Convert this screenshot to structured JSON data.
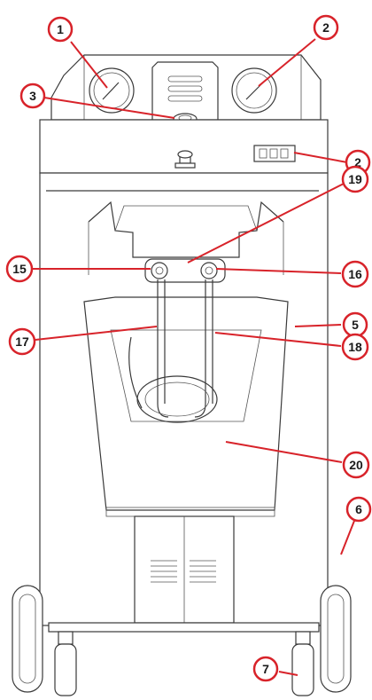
{
  "colors": {
    "callout": "#d8232a",
    "linework": "#3a3a3a",
    "background": "#ffffff"
  },
  "callouts": [
    {
      "id": "c1",
      "label": "1"
    },
    {
      "id": "c2a",
      "label": "2"
    },
    {
      "id": "c3",
      "label": "3"
    },
    {
      "id": "c2b",
      "label": "2"
    },
    {
      "id": "c19",
      "label": "19"
    },
    {
      "id": "c15",
      "label": "15"
    },
    {
      "id": "c16",
      "label": "16"
    },
    {
      "id": "c5",
      "label": "5"
    },
    {
      "id": "c17",
      "label": "17"
    },
    {
      "id": "c18",
      "label": "18"
    },
    {
      "id": "c20",
      "label": "20"
    },
    {
      "id": "c6",
      "label": "6"
    },
    {
      "id": "c7",
      "label": "7"
    }
  ]
}
